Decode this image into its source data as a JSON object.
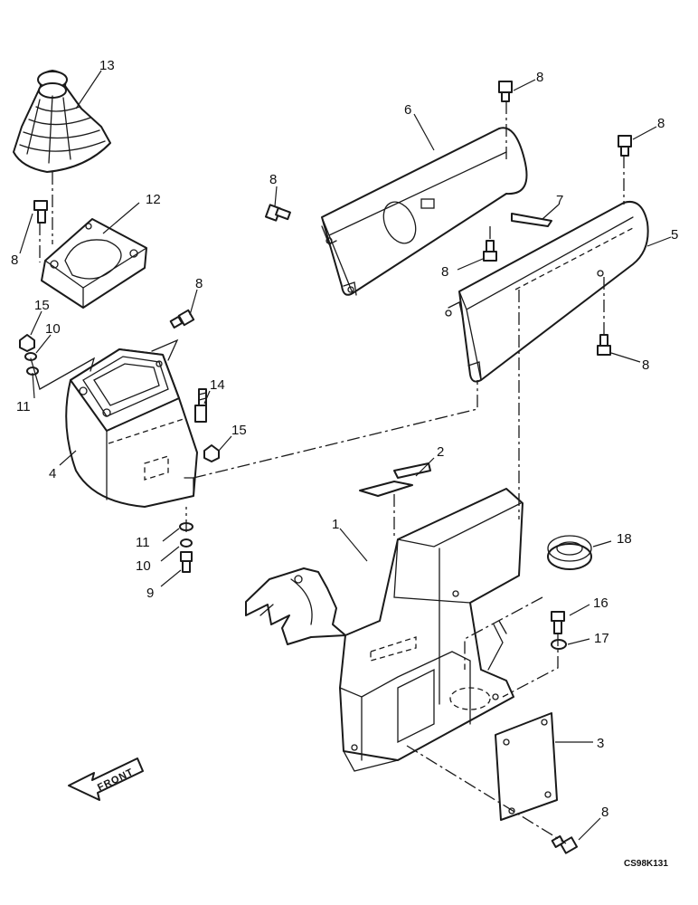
{
  "drawing_ref": "CS98K131",
  "front_label": "FRONT",
  "callouts": {
    "c1": "1",
    "c2": "2",
    "c3": "3",
    "c4": "4",
    "c5": "5",
    "c6": "6",
    "c7": "7",
    "c8a": "8",
    "c8b": "8",
    "c8c": "8",
    "c8d": "8",
    "c8e": "8",
    "c8f": "8",
    "c8g": "8",
    "c8h": "8",
    "c9": "9",
    "c10a": "10",
    "c10b": "10",
    "c11a": "11",
    "c11b": "11",
    "c12": "12",
    "c13": "13",
    "c14": "14",
    "c15a": "15",
    "c15b": "15",
    "c16": "16",
    "c17": "17",
    "c18": "18"
  }
}
